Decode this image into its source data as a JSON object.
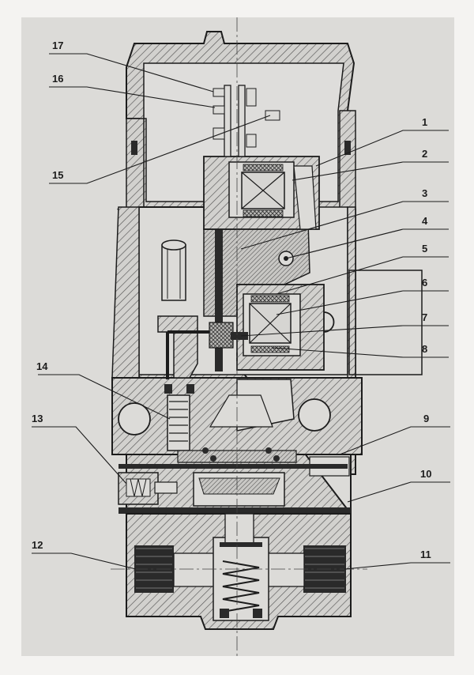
{
  "diagram": {
    "callouts": [
      {
        "label": "17"
      },
      {
        "label": "16"
      },
      {
        "label": "15"
      },
      {
        "label": "1"
      },
      {
        "label": "2"
      },
      {
        "label": "3"
      },
      {
        "label": "4"
      },
      {
        "label": "5"
      },
      {
        "label": "6"
      },
      {
        "label": "7"
      },
      {
        "label": "8"
      },
      {
        "label": "14"
      },
      {
        "label": "13"
      },
      {
        "label": "9"
      },
      {
        "label": "10"
      },
      {
        "label": "12"
      },
      {
        "label": "11"
      }
    ]
  },
  "colors": {
    "paper": "#dcdbd8",
    "ink": "#1c1c1c",
    "hatch": "#555555",
    "dark_part": "#2a2a2a"
  }
}
